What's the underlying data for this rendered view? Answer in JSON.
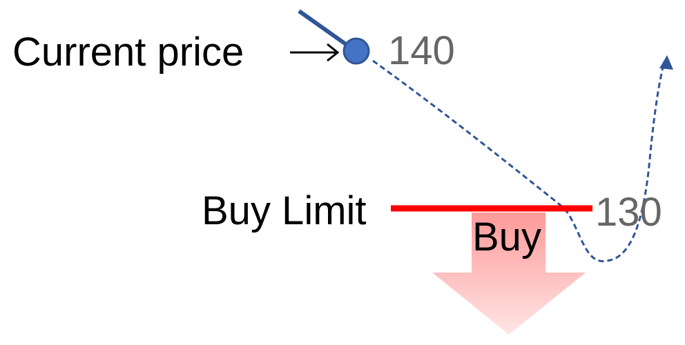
{
  "labels": {
    "current_price": "Current price",
    "current_price_value": "140",
    "buy_limit": "Buy Limit",
    "buy_limit_value": "130",
    "buy": "Buy"
  },
  "colors": {
    "price_path": "#2F5597",
    "price_dot_fill": "#4472C4",
    "buy_limit_line": "#FF0000",
    "buy_arrow_top": "#FF9999",
    "buy_arrow_bottom": "#FFE5E5",
    "value_text": "#666666"
  }
}
